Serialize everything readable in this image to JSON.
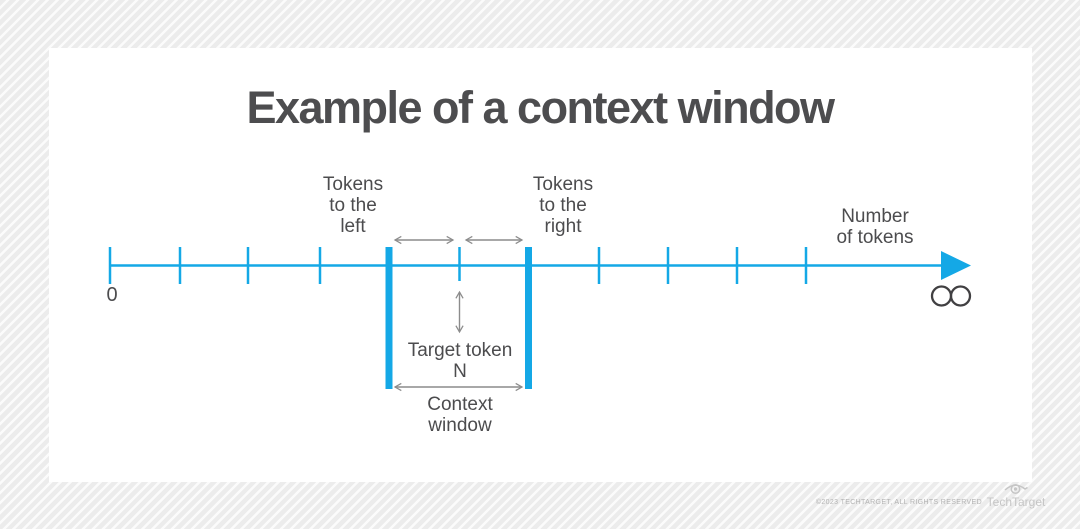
{
  "title": "Example of a context window",
  "axis": {
    "start_label": "0",
    "end_symbol": "∞",
    "axis_label_lines": [
      "Number",
      "of tokens"
    ]
  },
  "labels": {
    "tokens_left": [
      "Tokens",
      "to the",
      "left"
    ],
    "tokens_right": [
      "Tokens",
      "to the",
      "right"
    ],
    "target_token": [
      "Target token",
      "N"
    ],
    "context_window": [
      "Context",
      "window"
    ]
  },
  "footer": {
    "copyright": "©2023 TECHTARGET, ALL RIGHTS RESERVED",
    "brand": "TechTarget"
  },
  "colors": {
    "accent_cyan": "#14a8e6",
    "arrow_gray": "#8c8c8c",
    "text_dark": "#4d4d4f"
  }
}
